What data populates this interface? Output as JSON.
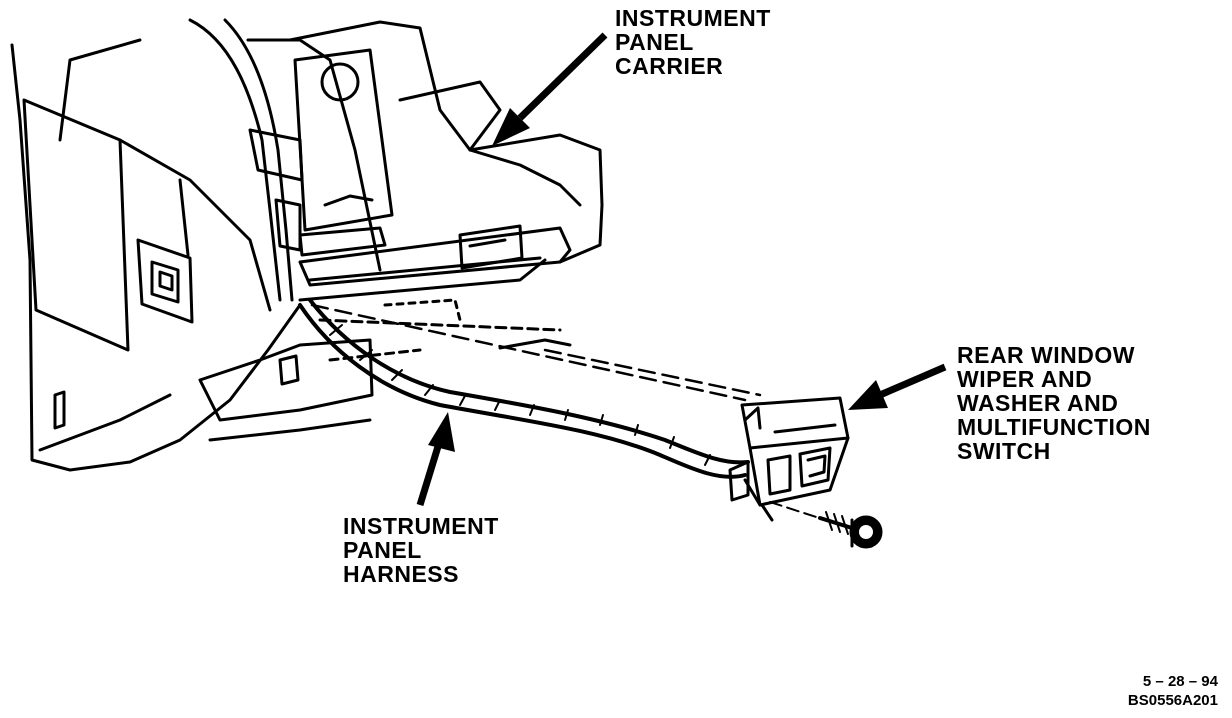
{
  "callouts": {
    "carrier": [
      "INSTRUMENT",
      "PANEL",
      "CARRIER"
    ],
    "switch": [
      "REAR WINDOW",
      "WIPER AND",
      "WASHER AND",
      "MULTIFUNCTION",
      "SWITCH"
    ],
    "harness": [
      "INSTRUMENT",
      "PANEL",
      "HARNESS"
    ]
  },
  "figure_code": {
    "date": "5 – 28 – 94",
    "id": "BS0556A201"
  },
  "colors": {
    "ink": "#000000",
    "paper": "#ffffff"
  }
}
